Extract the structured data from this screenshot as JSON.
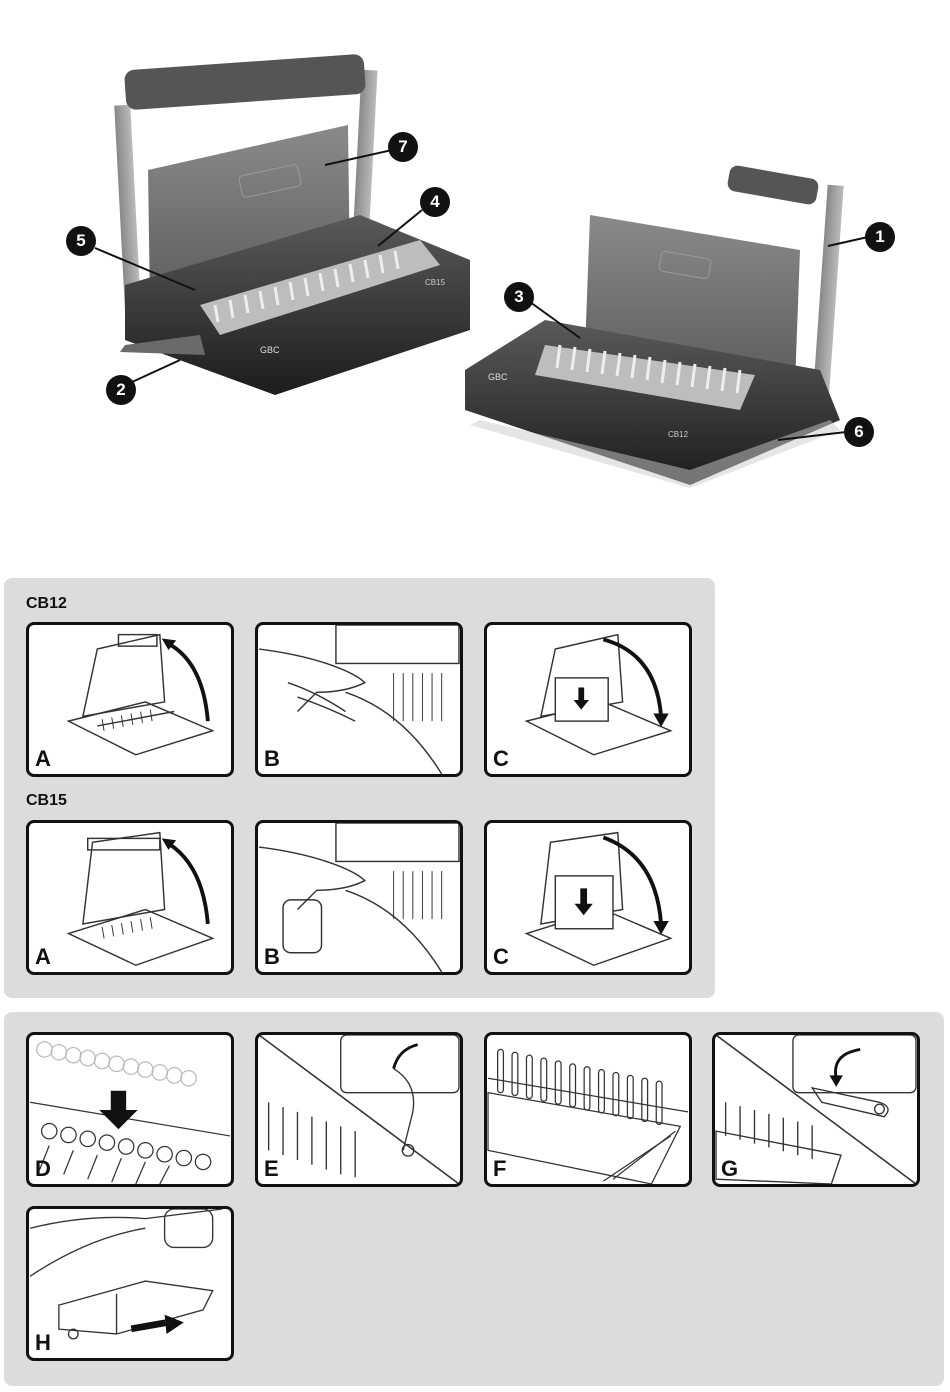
{
  "callouts": [
    "1",
    "2",
    "3",
    "4",
    "5",
    "6",
    "7"
  ],
  "brand": "GBC",
  "model_left": "CB15",
  "model_right": "CB12",
  "sections": {
    "open": {
      "rows": [
        {
          "label": "CB12",
          "steps": [
            "A",
            "B",
            "C"
          ]
        },
        {
          "label": "CB15",
          "steps": [
            "A",
            "B",
            "C"
          ]
        }
      ]
    },
    "bind": {
      "steps": [
        "D",
        "E",
        "F",
        "G",
        "H"
      ]
    }
  }
}
